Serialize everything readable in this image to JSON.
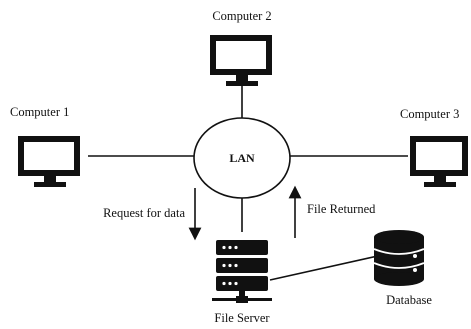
{
  "diagram": {
    "hub_label": "LAN",
    "computers": [
      {
        "label": "Computer 1",
        "icon": "monitor-icon"
      },
      {
        "label": "Computer 2",
        "icon": "monitor-icon"
      },
      {
        "label": "Computer 3",
        "icon": "monitor-icon"
      }
    ],
    "server": {
      "label": "File Server",
      "icon": "server-rack-icon"
    },
    "database": {
      "label": "Database",
      "icon": "database-cylinder-icon"
    },
    "arrows": {
      "request": "Request for data",
      "returned": "File Returned"
    }
  }
}
